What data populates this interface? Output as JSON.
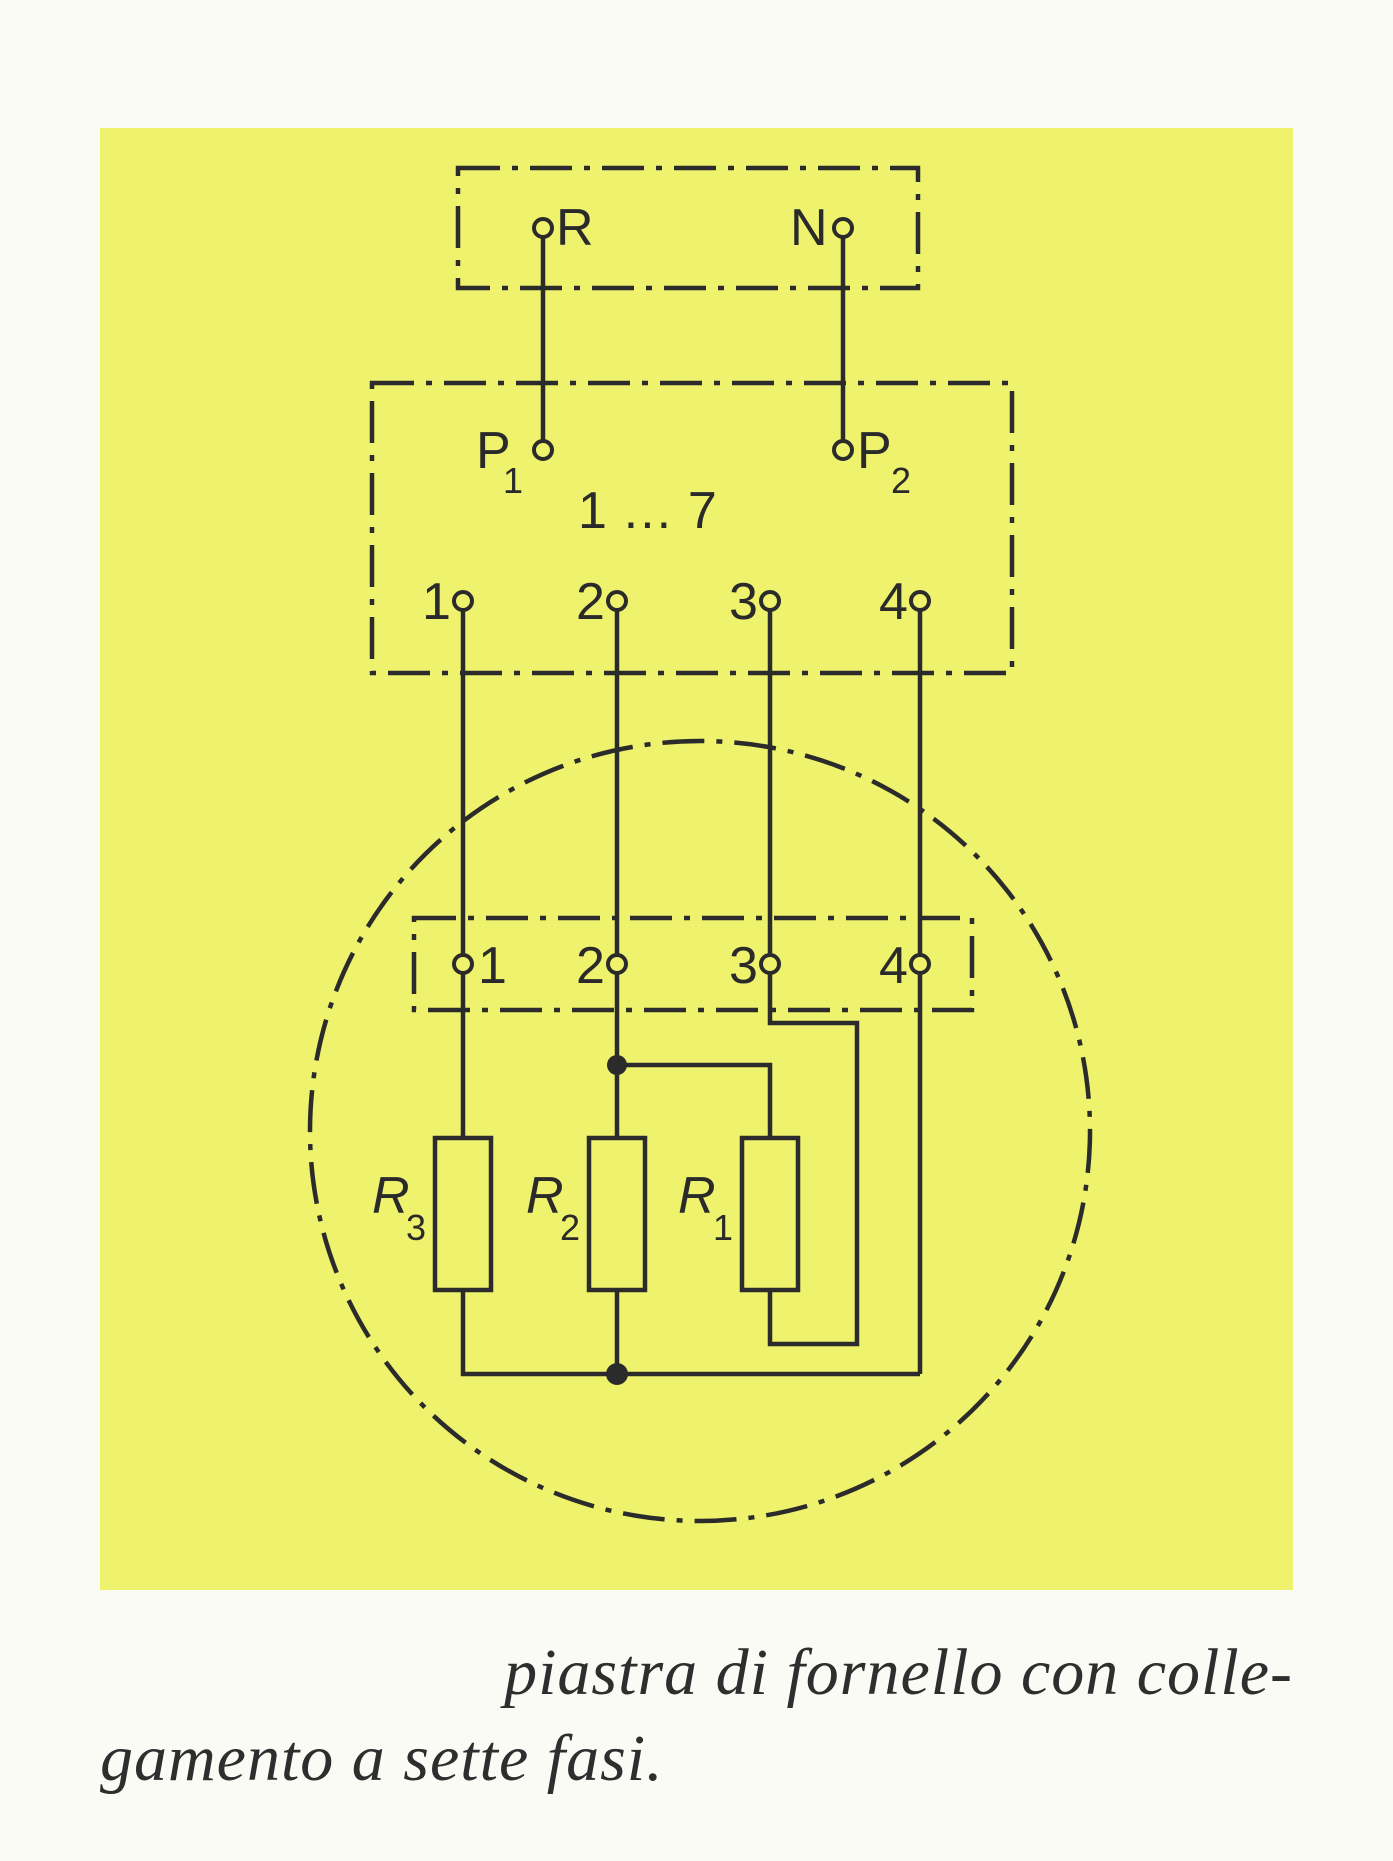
{
  "colors": {
    "panel_background": "#eef26c",
    "line": "#2b2b2b",
    "caption_text": "#2e2e2e"
  },
  "supply_box": {
    "terminal_left": "R",
    "terminal_right": "N"
  },
  "switch_box": {
    "input_left": "P",
    "input_left_sub": "1",
    "input_right": "P",
    "input_right_sub": "2",
    "positions": "1 … 7",
    "outputs": [
      "1",
      "2",
      "3",
      "4"
    ]
  },
  "hotplate": {
    "terminals": [
      "1",
      "2",
      "3",
      "4"
    ],
    "resistors": [
      {
        "symbol": "R",
        "sub": "3"
      },
      {
        "symbol": "R",
        "sub": "2"
      },
      {
        "symbol": "R",
        "sub": "1"
      }
    ]
  },
  "caption": {
    "line1": "piastra di fornello con colle-",
    "line2": "gamento a sette fasi."
  }
}
